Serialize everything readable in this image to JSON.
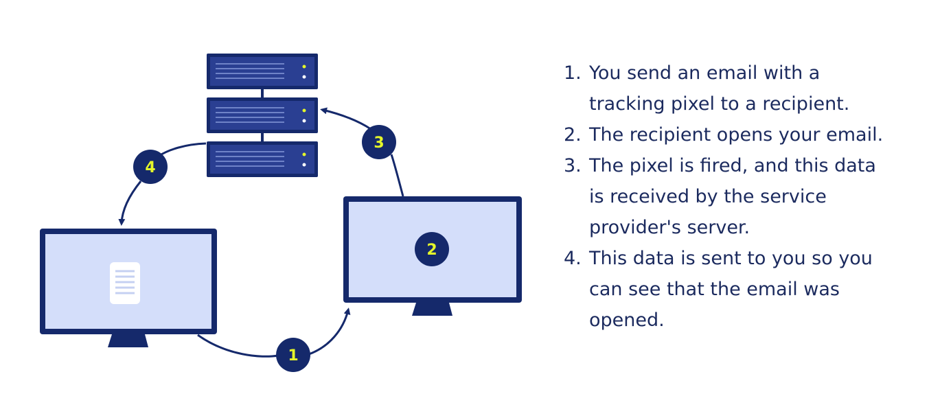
{
  "colors": {
    "navy": "#15296b",
    "screen": "#d4defa",
    "badge_text": "#e4f62a",
    "text": "#1b2a5e"
  },
  "diagram": {
    "badges": [
      {
        "label": "1"
      },
      {
        "label": "2"
      },
      {
        "label": "3"
      },
      {
        "label": "4"
      }
    ],
    "icons": [
      "server-rack-icon",
      "sender-monitor-icon",
      "recipient-monitor-icon",
      "email-document-icon"
    ]
  },
  "steps": [
    {
      "number": "1.",
      "lines": [
        "You send an email with a",
        "tracking pixel to a recipient."
      ]
    },
    {
      "number": "2.",
      "lines": [
        "The recipient opens your email."
      ]
    },
    {
      "number": "3.",
      "lines": [
        "The pixel is fired, and this data",
        "is received by the service",
        "provider's server."
      ]
    },
    {
      "number": "4.",
      "lines": [
        "This data is sent to you so you",
        "can see that the email was",
        "opened."
      ]
    }
  ]
}
